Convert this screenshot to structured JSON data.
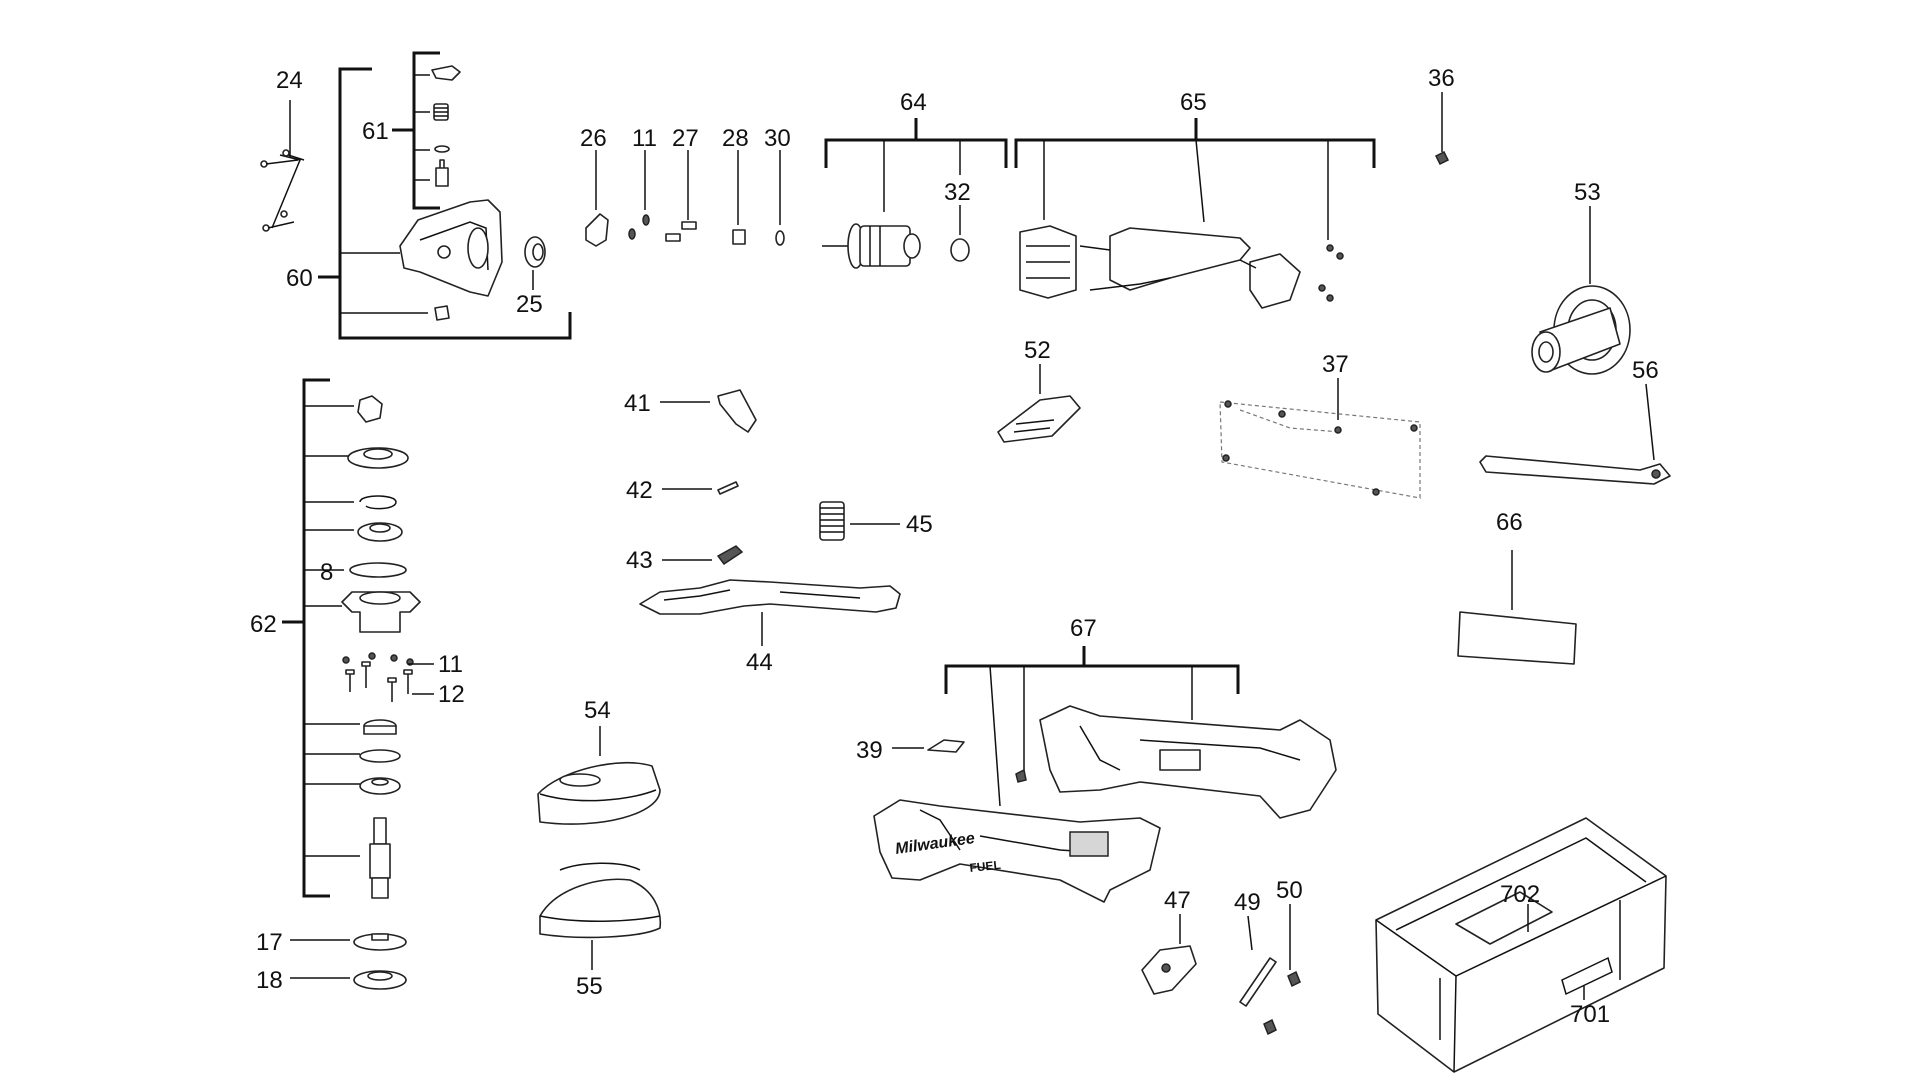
{
  "labels": {
    "l24": "24",
    "l61": "61",
    "l60": "60",
    "l25": "25",
    "l26": "26",
    "l11a": "11",
    "l27": "27",
    "l28": "28",
    "l30": "30",
    "l64": "64",
    "l32": "32",
    "l65": "65",
    "l36": "36",
    "l53": "53",
    "l52": "52",
    "l37": "37",
    "l56": "56",
    "l41": "41",
    "l42": "42",
    "l43": "43",
    "l45": "45",
    "l44": "44",
    "l62": "62",
    "l8": "8",
    "l11b": "11",
    "l12": "12",
    "l17": "17",
    "l18": "18",
    "l54": "54",
    "l55": "55",
    "l66": "66",
    "l67": "67",
    "l39": "39",
    "l47": "47",
    "l49": "49",
    "l50": "50",
    "l702": "702",
    "l701": "701"
  },
  "tool_branding": {
    "brand": "Milwaukee",
    "series": "FUEL"
  },
  "colors": {
    "line": "#111111",
    "part_outline": "#222222",
    "background": "#ffffff"
  }
}
